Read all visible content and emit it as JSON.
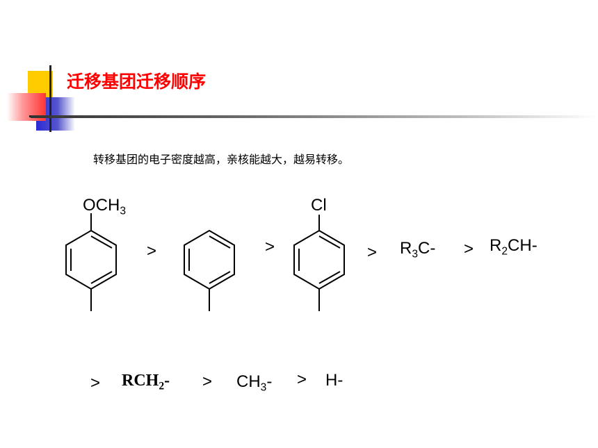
{
  "slide": {
    "title": "迁移基团迁移顺序",
    "subtitle": "转移基团的电子密度越高，亲核能越大，越易转移。"
  },
  "sequence": {
    "substituent_1": {
      "label_main": "OCH",
      "label_sub": "3"
    },
    "substituent_3": {
      "label": "Cl"
    },
    "gt": ">",
    "r3c": {
      "main": "R",
      "sub": "3",
      "rest": "C-"
    },
    "r2ch": {
      "main": "R",
      "sub": "2",
      "rest": "CH-"
    },
    "rch2": {
      "main": "RCH",
      "sub": "2",
      "rest": "-"
    },
    "ch3": {
      "main": "CH",
      "sub": "3",
      "rest": "-"
    },
    "h": {
      "label": "H-"
    }
  },
  "colors": {
    "title": "#ff0000",
    "deco_yellow": "#ffcc00",
    "deco_blue": "#3333cc",
    "deco_red": "#ff3333"
  }
}
